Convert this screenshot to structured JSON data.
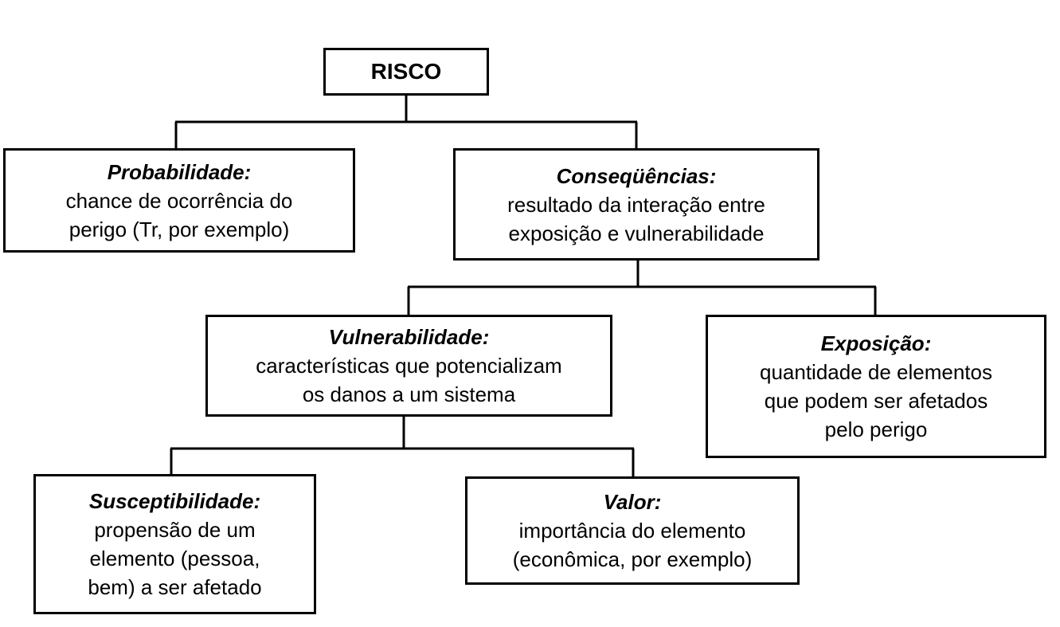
{
  "nodes": {
    "risco": {
      "title": "RISCO",
      "lines": []
    },
    "probabilidade": {
      "title": "Probabilidade:",
      "lines": [
        "chance de ocorrência do",
        "perigo (Tr, por exemplo)"
      ]
    },
    "consequencias": {
      "title": "Conseqüências:",
      "lines": [
        "resultado da interação entre",
        "exposição e vulnerabilidade"
      ]
    },
    "vulnerabilidade": {
      "title": "Vulnerabilidade:",
      "lines": [
        "características que potencializam",
        "os danos a um sistema"
      ]
    },
    "exposicao": {
      "title": "Exposição:",
      "lines": [
        "quantidade de elementos",
        "que podem ser afetados",
        "pelo perigo"
      ]
    },
    "susceptibilidade": {
      "title": "Susceptibilidade:",
      "lines": [
        "propensão de um",
        "elemento (pessoa,",
        "bem) a ser afetado"
      ]
    },
    "valor": {
      "title": "Valor:",
      "lines": [
        "importância do elemento",
        "(econômica, por exemplo)"
      ]
    }
  }
}
